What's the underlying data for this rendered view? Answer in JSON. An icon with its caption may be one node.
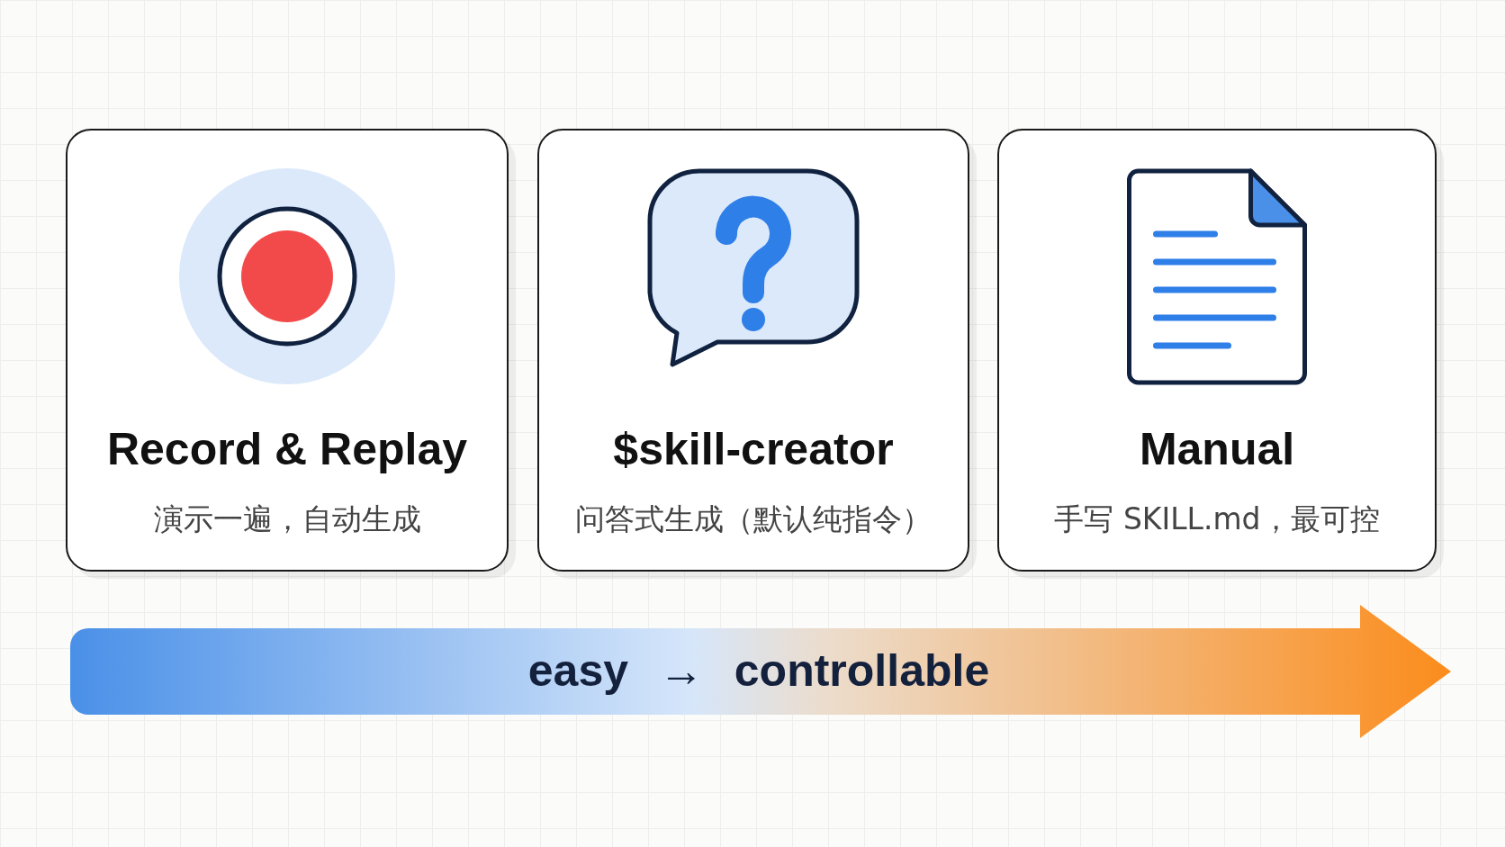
{
  "diagram": {
    "nodes": [
      {
        "text": [
          "Record & Replay",
          "演示一遍，自动生成"
        ]
      },
      {
        "text": [
          "$skill-creator",
          "问答式生成（默认纯指令）"
        ]
      },
      {
        "text": [
          "Manual",
          "手写 SKILL.md，最可控"
        ]
      },
      {
        "text": [
          "easy → controllable"
        ]
      }
    ]
  }
}
